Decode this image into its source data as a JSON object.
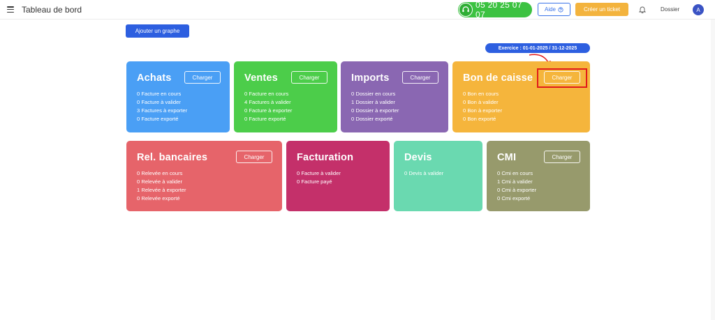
{
  "header": {
    "title": "Tableau de bord",
    "phone": "05 20 25 07 07",
    "aide_label": "Aide",
    "ticket_label": "Créer un ticket",
    "dossier_label": "Dossier",
    "avatar_initial": "A"
  },
  "toolbar": {
    "add_graph_label": "Ajouter un graphe",
    "exercice_label": "Exercice : 01-01-2025 / 31-12-2025"
  },
  "cards": {
    "achats": {
      "title": "Achats",
      "button": "Charger",
      "color": "#4a9ff5",
      "lines": [
        "0 Facture en cours",
        "0 Facture à valider",
        "3 Factures à exporter",
        "0 Facture exporté"
      ]
    },
    "ventes": {
      "title": "Ventes",
      "button": "Charger",
      "color": "#4ccd4a",
      "lines": [
        "0 Facture en cours",
        "4 Factures à valider",
        "0 Facture à exporter",
        "0 Facture exporté"
      ]
    },
    "imports": {
      "title": "Imports",
      "button": "Charger",
      "color": "#8a67b2",
      "lines": [
        "0 Dossier en cours",
        "1 Dossier à valider",
        "0 Dossier à exporter",
        "0 Dossier exporté"
      ]
    },
    "bon_caisse": {
      "title": "Bon de caisse",
      "button": "Charger",
      "color": "#f5b53c",
      "lines": [
        "0 Bon en cours",
        "0 Bon à valider",
        "0 Bon à exporter",
        "0 Bon exporté"
      ]
    },
    "rel_bancaires": {
      "title": "Rel. bancaires",
      "button": "Charger",
      "color": "#e6646a",
      "lines": [
        "0 Relevée en cours",
        "0 Relevée à valider",
        "1 Relevée à exporter",
        "0 Relevée exporté"
      ]
    },
    "facturation": {
      "title": "Facturation",
      "color": "#c4306a",
      "lines": [
        "0 Facture à valider",
        "0 Facture payé"
      ]
    },
    "devis": {
      "title": "Devis",
      "color": "#6ad9b0",
      "lines": [
        "0 Devis à valider"
      ]
    },
    "cmi": {
      "title": "CMI",
      "button": "Charger",
      "color": "#979a6c",
      "lines": [
        "0 Cmi en cours",
        "1 Cmi à valider",
        "0 Cmi à exporter",
        "0 Cmi exporté"
      ]
    }
  },
  "colors": {
    "accent": "#2d5fe0",
    "phone_green": "#3cc241",
    "ticket_orange": "#f3b33d",
    "highlight_red": "#e11a1a"
  }
}
